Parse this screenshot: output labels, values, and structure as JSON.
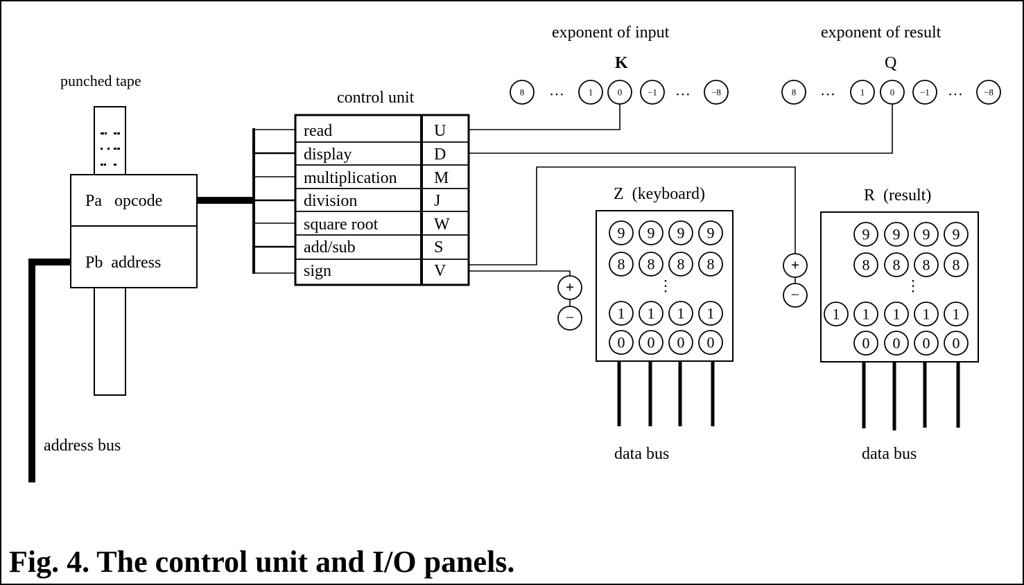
{
  "figure": {
    "caption": "Fig. 4. The control unit and I/O panels."
  },
  "punched_tape": {
    "label": "punched tape",
    "pa_label": "Pa   opcode",
    "pb_label": "Pb  address"
  },
  "address_bus": {
    "label": "address bus"
  },
  "control_unit": {
    "title": "control unit",
    "rows": [
      {
        "operation": "read",
        "code": "U"
      },
      {
        "operation": "display",
        "code": "D"
      },
      {
        "operation": "multiplication",
        "code": "M"
      },
      {
        "operation": "division",
        "code": "J"
      },
      {
        "operation": "square root",
        "code": "W"
      },
      {
        "operation": "add/sub",
        "code": "S"
      },
      {
        "operation": "sign",
        "code": "V"
      }
    ]
  },
  "exponent_input": {
    "title": "exponent of input",
    "register": "K",
    "lamps": [
      "8",
      "…",
      "1",
      "0",
      "−1",
      "…",
      "−8"
    ]
  },
  "exponent_result": {
    "title": "exponent of result",
    "register": "Q",
    "lamps": [
      "8",
      "…",
      "1",
      "0",
      "−1",
      "…",
      "−8"
    ]
  },
  "keyboard_panel": {
    "title": "Z  (keyboard)",
    "rows": [
      [
        "9",
        "9",
        "9",
        "9"
      ],
      [
        "8",
        "8",
        "8",
        "8"
      ],
      [
        "1",
        "1",
        "1",
        "1"
      ],
      [
        "0",
        "0",
        "0",
        "0"
      ]
    ],
    "ellipsis": "⋮",
    "sign_plus": "+",
    "sign_minus": "−",
    "bus_label": "data bus"
  },
  "result_panel": {
    "title": "R  (result)",
    "rows": [
      [
        "9",
        "9",
        "9",
        "9"
      ],
      [
        "8",
        "8",
        "8",
        "8"
      ],
      [
        "1",
        "1",
        "1",
        "1",
        "1"
      ],
      [
        "0",
        "0",
        "0",
        "0"
      ]
    ],
    "ellipsis": "⋮",
    "sign_plus": "+",
    "sign_minus": "−",
    "bus_label": "data bus"
  }
}
